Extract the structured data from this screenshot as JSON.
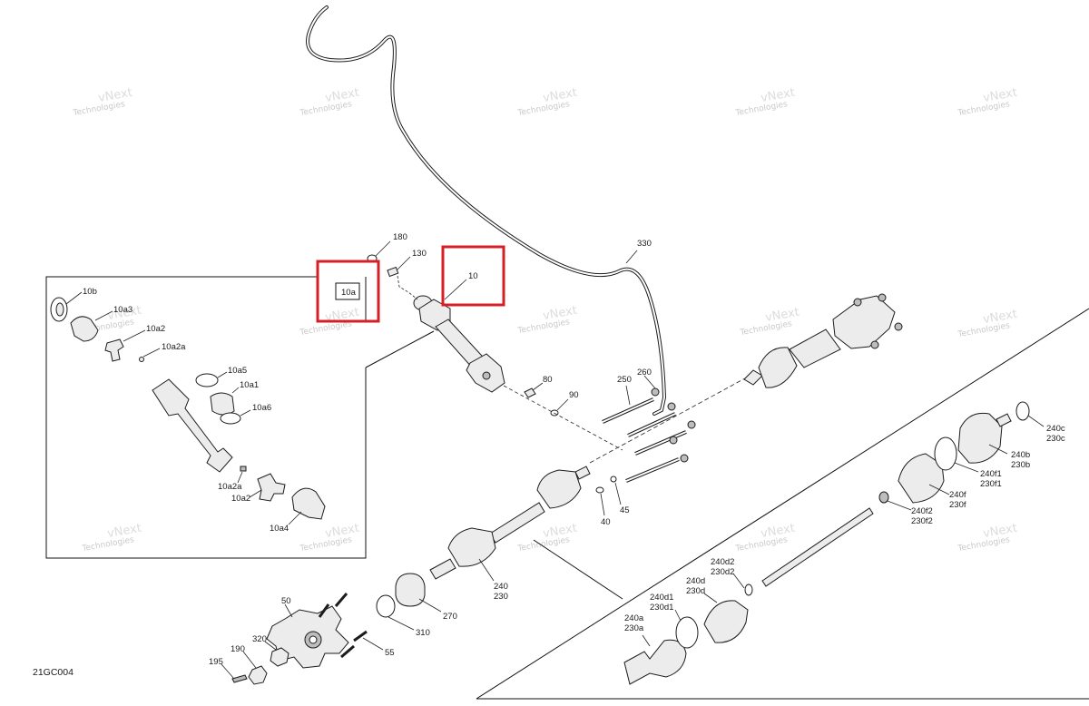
{
  "diagram_code": "21GC004",
  "watermark": {
    "line1": "vNext",
    "line2": "Technologies"
  },
  "highlight_color": "#d41f26",
  "callouts": [
    {
      "id": "180",
      "text": "180"
    },
    {
      "id": "130",
      "text": "130"
    },
    {
      "id": "10",
      "text": "10"
    },
    {
      "id": "330",
      "text": "330"
    },
    {
      "id": "80",
      "text": "80"
    },
    {
      "id": "90",
      "text": "90"
    },
    {
      "id": "250",
      "text": "250"
    },
    {
      "id": "260",
      "text": "260"
    },
    {
      "id": "40",
      "text": "40"
    },
    {
      "id": "45",
      "text": "45"
    },
    {
      "id": "240",
      "text": "240"
    },
    {
      "id": "230",
      "text": "230"
    },
    {
      "id": "270",
      "text": "270"
    },
    {
      "id": "310",
      "text": "310"
    },
    {
      "id": "50",
      "text": "50"
    },
    {
      "id": "55",
      "text": "55"
    },
    {
      "id": "320",
      "text": "320"
    },
    {
      "id": "190",
      "text": "190"
    },
    {
      "id": "195",
      "text": "195"
    },
    {
      "id": "240c",
      "text": "240c"
    },
    {
      "id": "230c",
      "text": "230c"
    },
    {
      "id": "240b",
      "text": "240b"
    },
    {
      "id": "230b",
      "text": "230b"
    },
    {
      "id": "240f1",
      "text": "240f1"
    },
    {
      "id": "230f1",
      "text": "230f1"
    },
    {
      "id": "240f",
      "text": "240f"
    },
    {
      "id": "230f",
      "text": "230f"
    },
    {
      "id": "240f2",
      "text": "240f2"
    },
    {
      "id": "230f2",
      "text": "230f2"
    },
    {
      "id": "240d2",
      "text": "240d2"
    },
    {
      "id": "230d2",
      "text": "230d2"
    },
    {
      "id": "240d",
      "text": "240d"
    },
    {
      "id": "230d",
      "text": "230d"
    },
    {
      "id": "240d1",
      "text": "240d1"
    },
    {
      "id": "230d1",
      "text": "230d1"
    },
    {
      "id": "240a",
      "text": "240a"
    },
    {
      "id": "230a",
      "text": "230a"
    },
    {
      "id": "10b",
      "text": "10b"
    },
    {
      "id": "10a3",
      "text": "10a3"
    },
    {
      "id": "10a2-top",
      "text": "10a2"
    },
    {
      "id": "10a2a-top",
      "text": "10a2a"
    },
    {
      "id": "10a5",
      "text": "10a5"
    },
    {
      "id": "10a1",
      "text": "10a1"
    },
    {
      "id": "10a6",
      "text": "10a6"
    },
    {
      "id": "10a2a-bot",
      "text": "10a2a"
    },
    {
      "id": "10a2-bot",
      "text": "10a2"
    },
    {
      "id": "10a4",
      "text": "10a4"
    }
  ],
  "inset_label": "10a"
}
